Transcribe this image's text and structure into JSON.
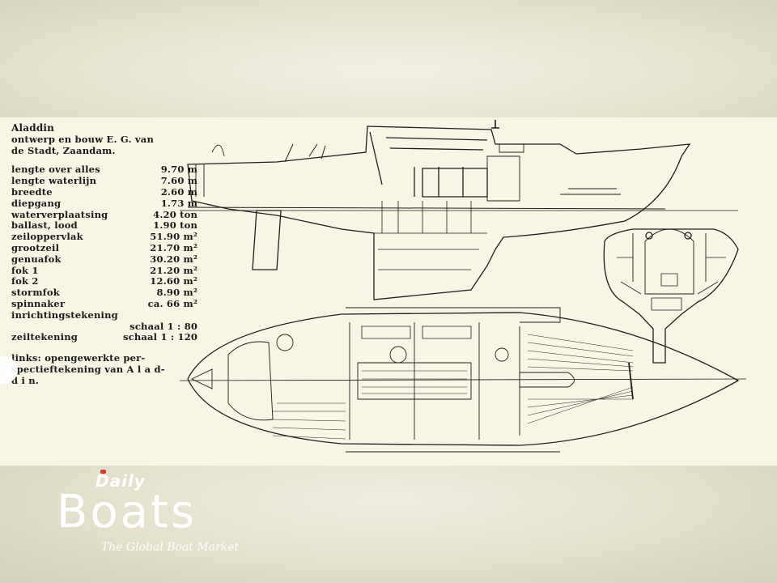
{
  "heading": {
    "title": "Aladdin",
    "intro_line1": "ontwerp en bouw E. G. van",
    "intro_line2": "de Stadt, Zaandam."
  },
  "specs": [
    {
      "label": "lengte over alles",
      "value": "9.70 m"
    },
    {
      "label": "lengte waterlijn",
      "value": "7.60 m"
    },
    {
      "label": "breedte",
      "value": "2.60 m"
    },
    {
      "label": "diepgang",
      "value": "1.73 m"
    },
    {
      "label": "waterverplaatsing",
      "value": "4.20 ton"
    },
    {
      "label": "ballast, lood",
      "value": "1.90 ton"
    },
    {
      "label": "zeiloppervlak",
      "value": "51.90 m²"
    },
    {
      "label": "grootzeil",
      "value": "21.70 m²"
    },
    {
      "label": "genuafok",
      "value": "30.20 m²"
    },
    {
      "label": "fok 1",
      "value": "21.20 m²"
    },
    {
      "label": "fok 2",
      "value": "12.60 m²"
    },
    {
      "label": "stormfok",
      "value": "8.90 m²"
    },
    {
      "label": "spinnaker",
      "value": "ca. 66 m²"
    },
    {
      "label": "inrichtingstekening",
      "value": ""
    },
    {
      "label": "",
      "value": "schaal 1 : 80"
    },
    {
      "label": "zeiltekening",
      "value": "schaal 1 : 120"
    }
  ],
  "caption": {
    "line1": "links: opengewerkte per-",
    "line2": "spectieftekening van A l a d-",
    "line3": "d i n."
  },
  "watermark": {
    "daily": "Daily",
    "boats": "Boats",
    "tagline": "The Global Boat Market"
  },
  "colors": {
    "paper": "#f7f5e4",
    "ink": "#1a1a1a",
    "backdrop": "#e6e3cf",
    "logo_accent": "#d9342b"
  }
}
